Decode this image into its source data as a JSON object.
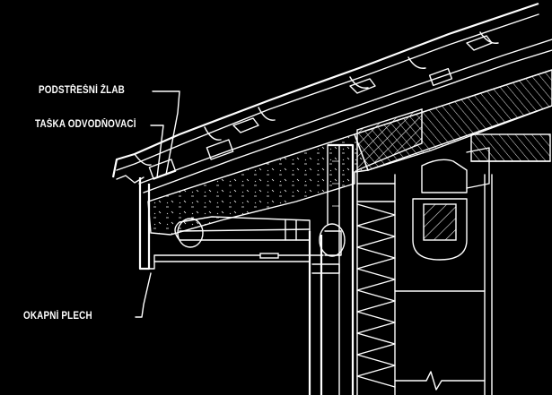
{
  "labels": {
    "underroof_gutter": "PODSTŘEŠNÍ ŽLAB",
    "drainage_tile": "TAŠKA ODVODŇOVACÍ",
    "drip_edge": "OKAPNÍ PLECH"
  },
  "colors": {
    "background": "#000000",
    "line": "#ffffff"
  }
}
